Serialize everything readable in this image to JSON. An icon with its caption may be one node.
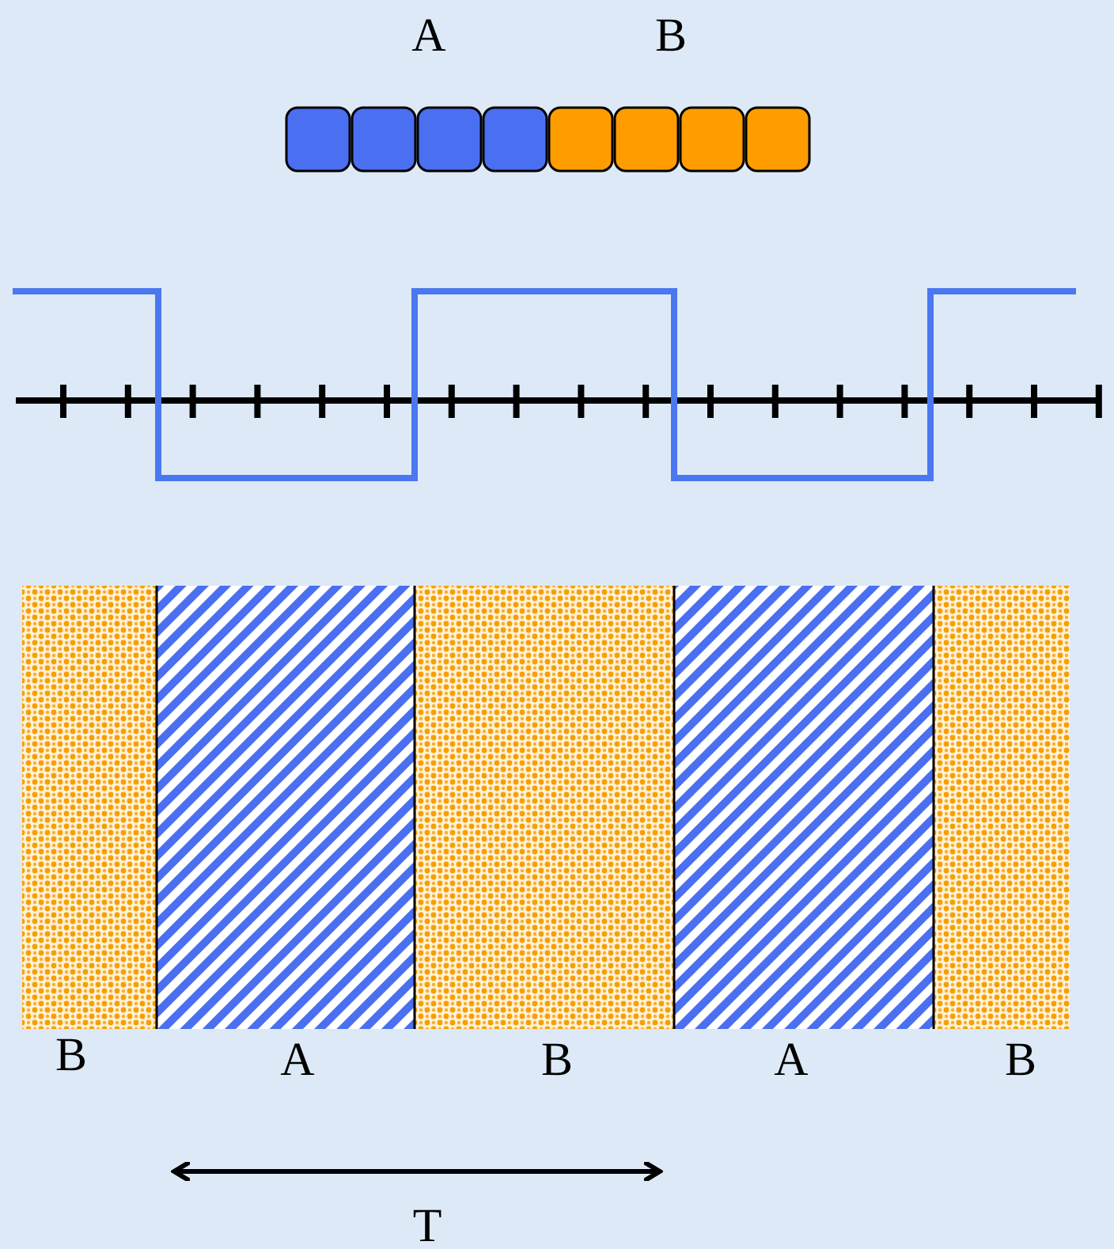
{
  "diagram": {
    "labels": [
      "A",
      "B",
      "B",
      "A",
      "B",
      "A",
      "B",
      "T"
    ]
  }
}
